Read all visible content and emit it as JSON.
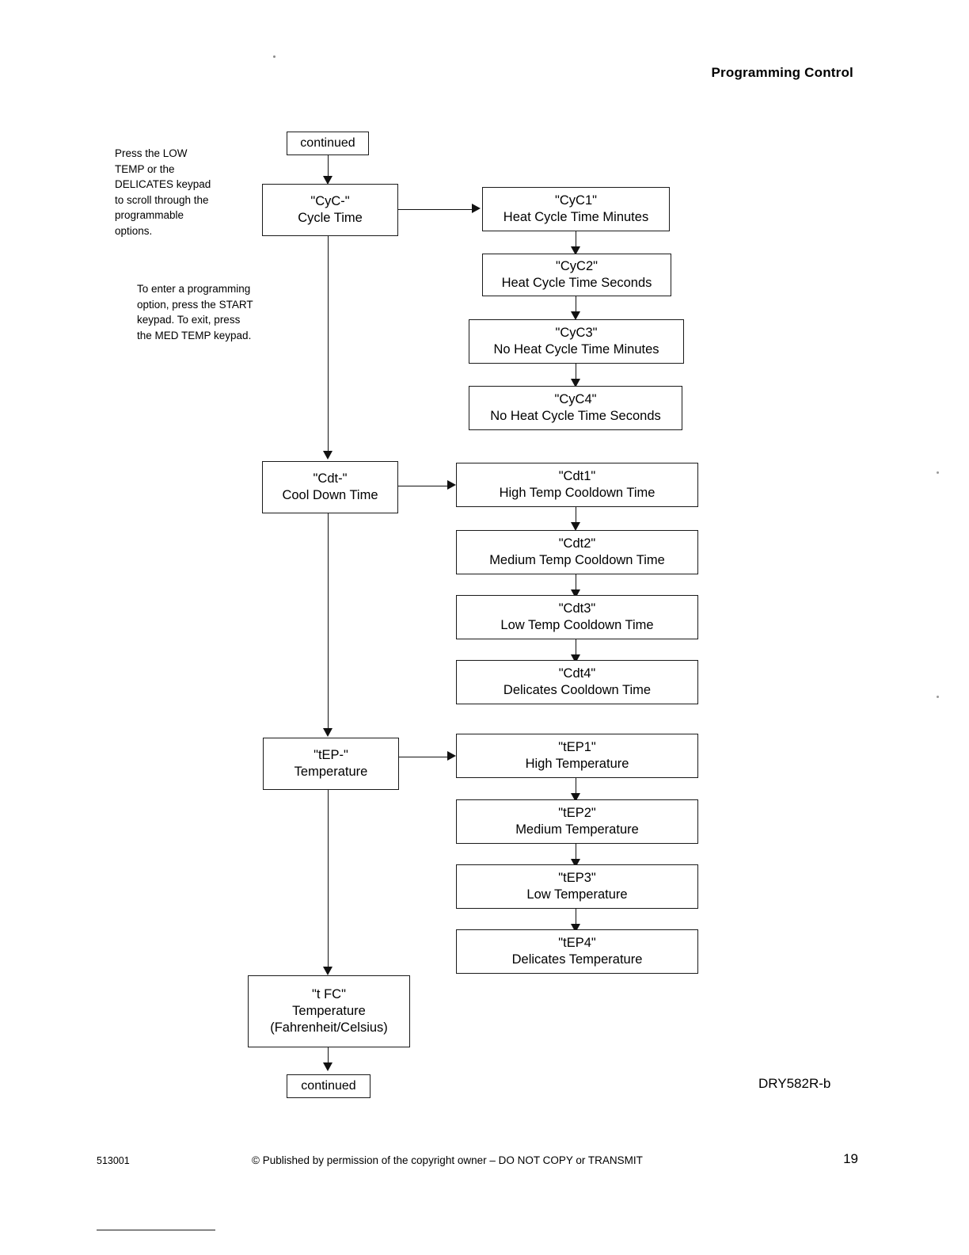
{
  "header": {
    "title": "Programming Control"
  },
  "notes": {
    "scroll": "Press the LOW\nTEMP or the\nDELICATES keypad\nto scroll through the\nprogrammable\noptions.",
    "enter": "To enter a programming\noption, press the START\nkeypad. To exit, press\nthe MED TEMP keypad."
  },
  "flow": {
    "top_continued": "continued",
    "bottom_continued": "continued",
    "spine": [
      {
        "code": "\"CyC-\"",
        "label": "Cycle Time"
      },
      {
        "code": "\"Cdt-\"",
        "label": "Cool Down Time"
      },
      {
        "code": "\"tEP-\"",
        "label": "Temperature"
      }
    ],
    "final": {
      "code": "\"t FC\"",
      "label": "Temperature",
      "sublabel": "(Fahrenheit/Celsius)"
    },
    "branches": [
      {
        "group": "cycle-time",
        "items": [
          {
            "code": "\"CyC1\"",
            "label": "Heat Cycle Time Minutes"
          },
          {
            "code": "\"CyC2\"",
            "label": "Heat Cycle Time Seconds"
          },
          {
            "code": "\"CyC3\"",
            "label": "No Heat Cycle Time Minutes"
          },
          {
            "code": "\"CyC4\"",
            "label": "No Heat Cycle Time Seconds"
          }
        ]
      },
      {
        "group": "cool-down-time",
        "items": [
          {
            "code": "\"Cdt1\"",
            "label": "High Temp Cooldown Time"
          },
          {
            "code": "\"Cdt2\"",
            "label": "Medium Temp Cooldown Time"
          },
          {
            "code": "\"Cdt3\"",
            "label": "Low Temp Cooldown Time"
          },
          {
            "code": "\"Cdt4\"",
            "label": "Delicates Cooldown Time"
          }
        ]
      },
      {
        "group": "temperature",
        "items": [
          {
            "code": "\"tEP1\"",
            "label": "High Temperature"
          },
          {
            "code": "\"tEP2\"",
            "label": "Medium Temperature"
          },
          {
            "code": "\"tEP3\"",
            "label": "Low Temperature"
          },
          {
            "code": "\"tEP4\"",
            "label": "Delicates Temperature"
          }
        ]
      }
    ]
  },
  "drawing_id": "DRY582R-b",
  "footer": {
    "part_number": "513001",
    "copyright": "© Published by permission of the copyright owner – DO NOT COPY or TRANSMIT",
    "page_number": "19"
  }
}
